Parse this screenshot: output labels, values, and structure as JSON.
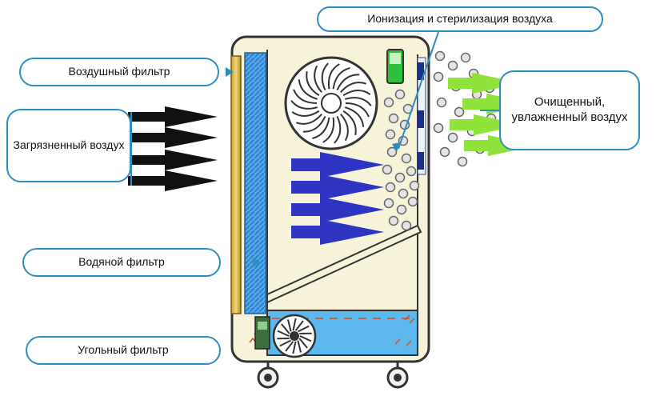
{
  "labels": {
    "ionization": "Ионизация и стерилизация воздуха",
    "air_filter": "Воздушный фильтр",
    "dirty_air": "Загрязненный воздух",
    "water_filter": "Водяной фильтр",
    "coal_filter": "Угольный фильтр",
    "clean_air": "Очищенный, увлажненный воздух"
  },
  "colors": {
    "body_fill": "#f6f3d9",
    "outline": "#333333",
    "filter_blue": "#52a8ea",
    "water_blue": "#5db8ee",
    "airflow_blue": "#2d35c2",
    "dirty_black": "#111111",
    "clean_green": "#8fe33a",
    "indicator_green": "#2fbf3a",
    "label_border": "#2c8fc0"
  },
  "icons": {
    "fan": "fan-icon",
    "pump": "pump-icon",
    "wheel": "wheel-icon",
    "ion_particle": "ion-particle-icon"
  }
}
